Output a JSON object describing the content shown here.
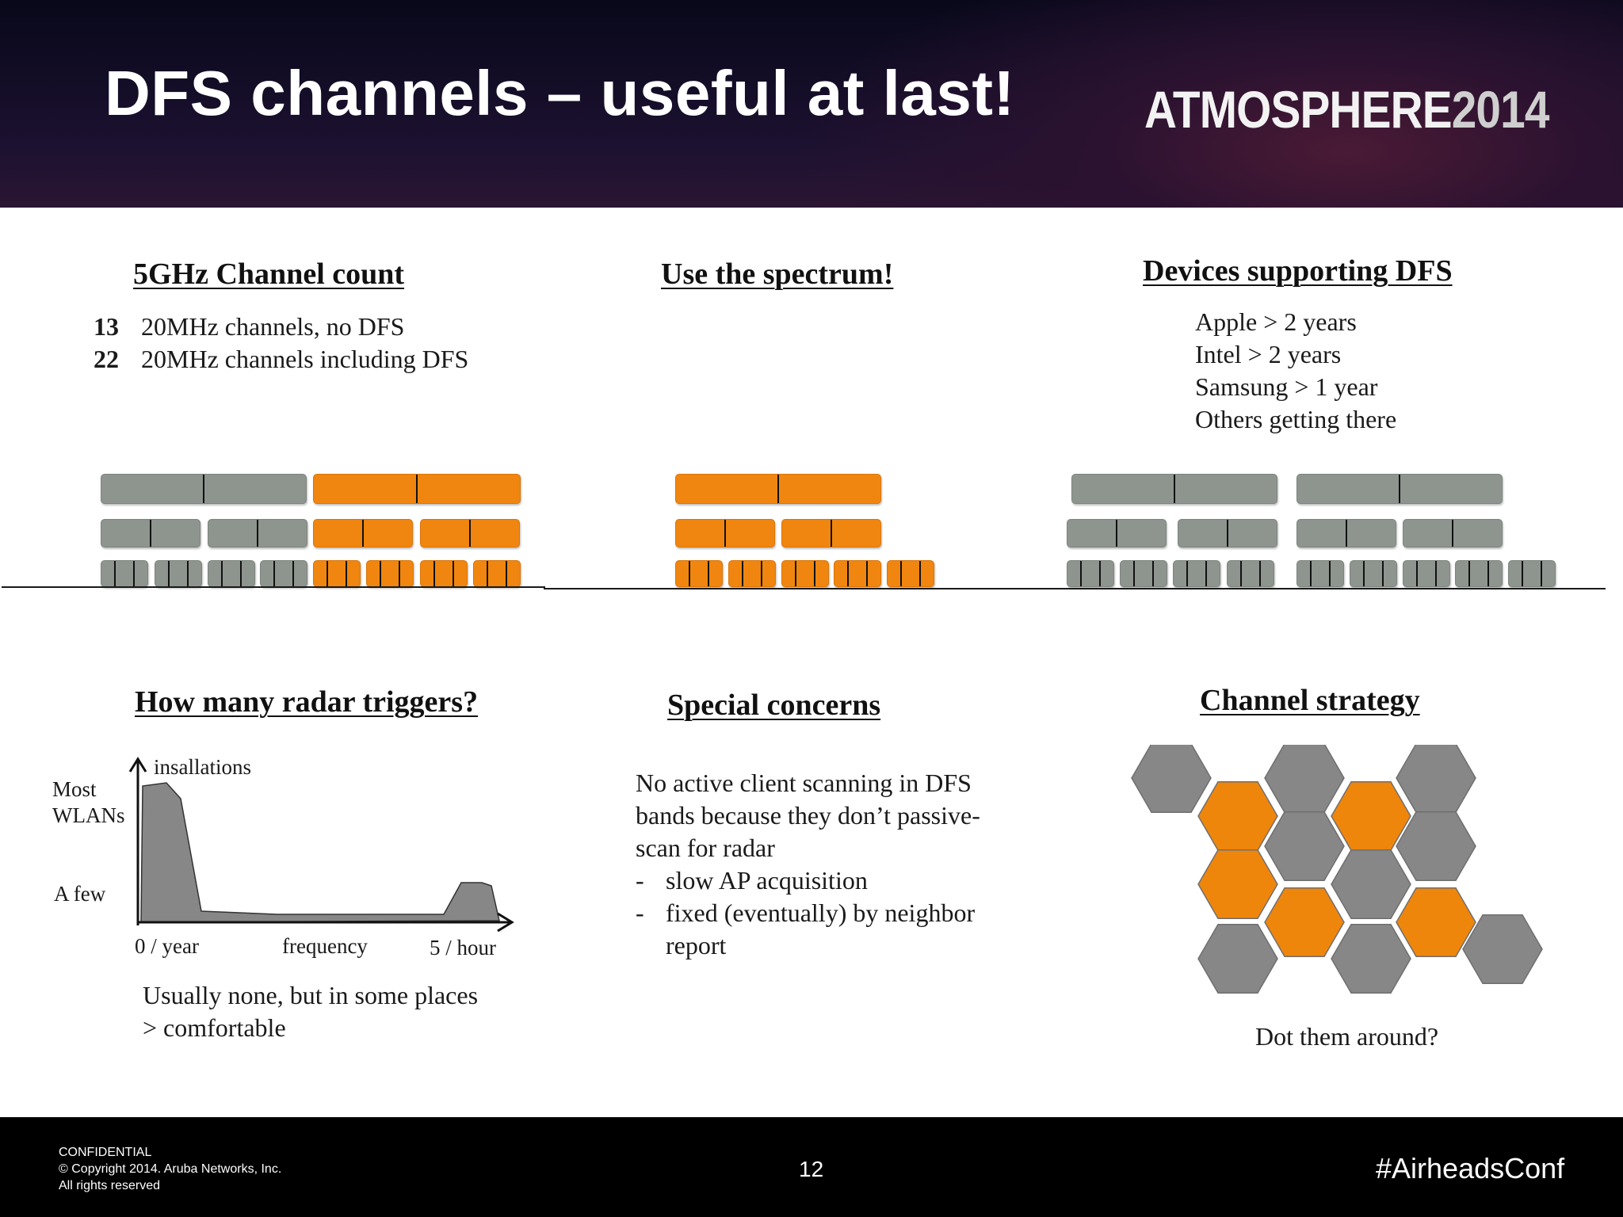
{
  "header": {
    "title": "DFS channels – useful at last!",
    "brand_name": "ATMOSPHERE",
    "brand_year": "2014"
  },
  "channel_count": {
    "heading": "5GHz Channel count",
    "rows": [
      {
        "number": "13",
        "text": "20MHz channels, no DFS"
      },
      {
        "number": "22",
        "text": "20MHz channels including DFS"
      }
    ]
  },
  "spectrum": {
    "heading": "Use the spectrum!"
  },
  "devices": {
    "heading": "Devices supporting DFS",
    "lines": [
      "Apple >  2 years",
      "Intel >  2 years",
      "Samsung >  1 year",
      "Others getting there"
    ]
  },
  "radar": {
    "heading": "How many radar triggers?",
    "y_axis_label": "insallations",
    "y_tick_high": "Most\nWLANs",
    "y_tick_high_line1": "Most",
    "y_tick_high_line2": "WLANs",
    "y_tick_low": "A few",
    "x_tick_left": "0 / year",
    "x_axis_label": "frequency",
    "x_tick_right": "5 / hour",
    "caption_line1": "Usually  none, but in some places",
    "caption_line2": "> comfortable"
  },
  "concerns": {
    "heading": "Special concerns",
    "lines": [
      "No active client scanning in DFS",
      "bands because they don’t passive-",
      "scan for radar"
    ],
    "bullets": [
      {
        "marker": "-",
        "text": "slow AP acquisition"
      },
      {
        "marker": "-",
        "text": "fixed (eventually) by neighbor"
      },
      {
        "marker": "",
        "text": "report"
      }
    ]
  },
  "strategy": {
    "heading": "Channel strategy",
    "caption": "Dot them around?"
  },
  "colors": {
    "dfs_orange": "#f0860f",
    "non_dfs_gray": "#8e958f",
    "hex_gray": "#878787",
    "hex_orange": "#ef860c"
  },
  "footer": {
    "confidential": "CONFIDENTIAL",
    "copyright": "© Copyright 2014. Aruba Networks, Inc.",
    "rights": "All rights reserved",
    "page_number": "12",
    "hashtag": "#AirheadsConf"
  }
}
